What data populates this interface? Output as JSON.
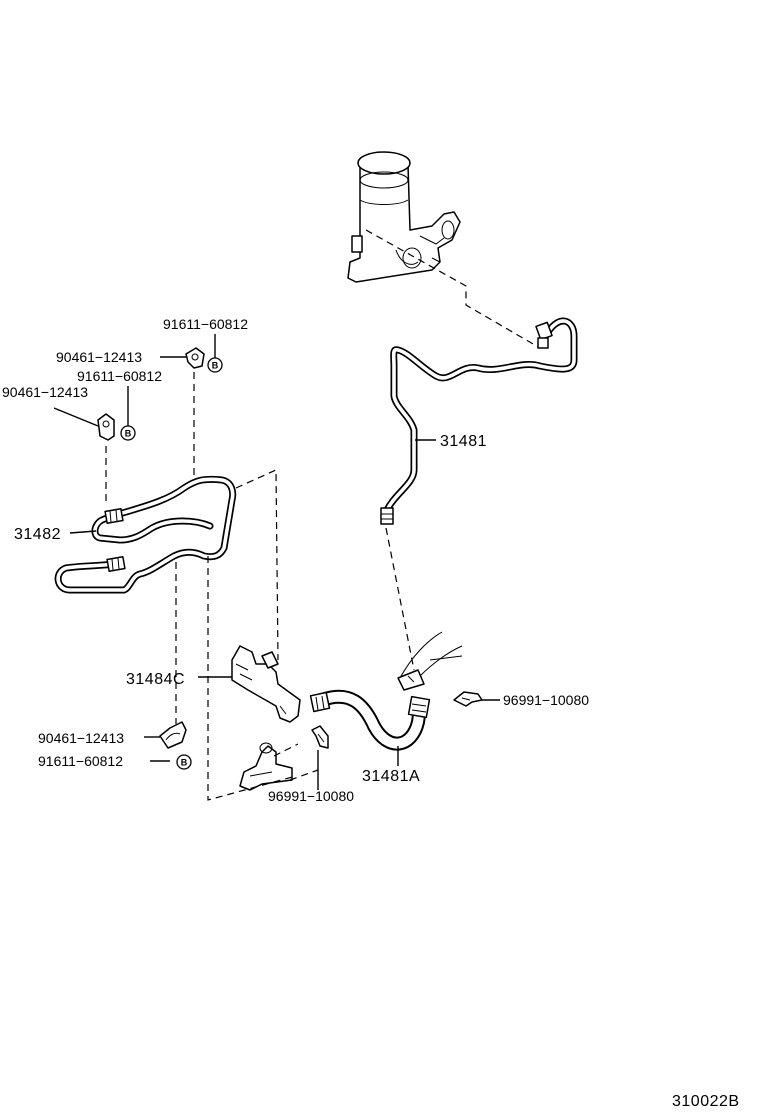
{
  "diagram_code": "310022B",
  "parts": {
    "line_31481": "31481",
    "line_31482": "31482",
    "hose_31481a": "31481A",
    "bracket_31484c": "31484C"
  },
  "callouts": {
    "clip_upper": "90461−12413",
    "bolt_upper": "91611−60812",
    "clip_mid": "90461−12413",
    "bolt_mid": "91611−60812",
    "clip_lower": "90461−12413",
    "bolt_lower": "91611−60812",
    "hose_clip_right": "96991−10080",
    "hose_clip_left": "96991−10080"
  },
  "badge_letter": "B"
}
